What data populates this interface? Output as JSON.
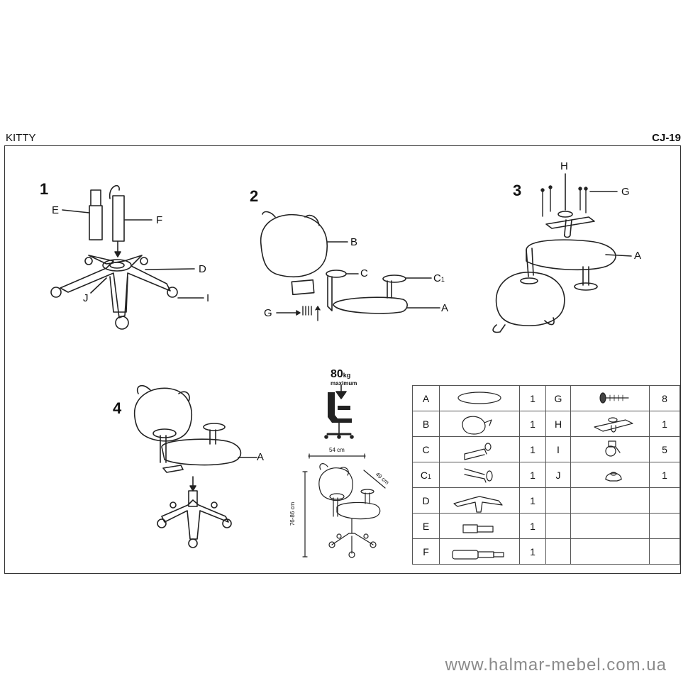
{
  "header": {
    "title": "KITTY",
    "code": "CJ-19"
  },
  "steps": {
    "s1": {
      "number": "1",
      "labels": {
        "E": "E",
        "F": "F",
        "D": "D",
        "J": "J",
        "I": "I"
      }
    },
    "s2": {
      "number": "2",
      "labels": {
        "B": "B",
        "C": "C",
        "C1": "C",
        "C1_sub": "1",
        "G": "G",
        "A": "A"
      }
    },
    "s3": {
      "number": "3",
      "labels": {
        "H": "H",
        "G": "G",
        "A": "A"
      }
    },
    "s4": {
      "number": "4",
      "labels": {
        "A": "A"
      }
    }
  },
  "specs": {
    "max_load": "80",
    "max_unit": "kg",
    "max_word": "maximum",
    "width": "54 cm",
    "depth": "49 cm",
    "height": "76-86 cm"
  },
  "parts_left": [
    {
      "code": "A",
      "qty": "1"
    },
    {
      "code": "B",
      "qty": "1"
    },
    {
      "code": "C",
      "qty": "1"
    },
    {
      "code": "C",
      "sub": "1",
      "qty": "1"
    },
    {
      "code": "D",
      "qty": "1"
    },
    {
      "code": "E",
      "qty": "1"
    },
    {
      "code": "F",
      "qty": "1"
    }
  ],
  "parts_right": [
    {
      "code": "G",
      "qty": "8"
    },
    {
      "code": "H",
      "qty": "1"
    },
    {
      "code": "I",
      "qty": "5"
    },
    {
      "code": "J",
      "qty": "1"
    },
    {
      "code": "",
      "qty": ""
    },
    {
      "code": "",
      "qty": ""
    },
    {
      "code": "",
      "qty": ""
    }
  ],
  "footer": {
    "website": "www.halmar-mebel.com.ua"
  }
}
